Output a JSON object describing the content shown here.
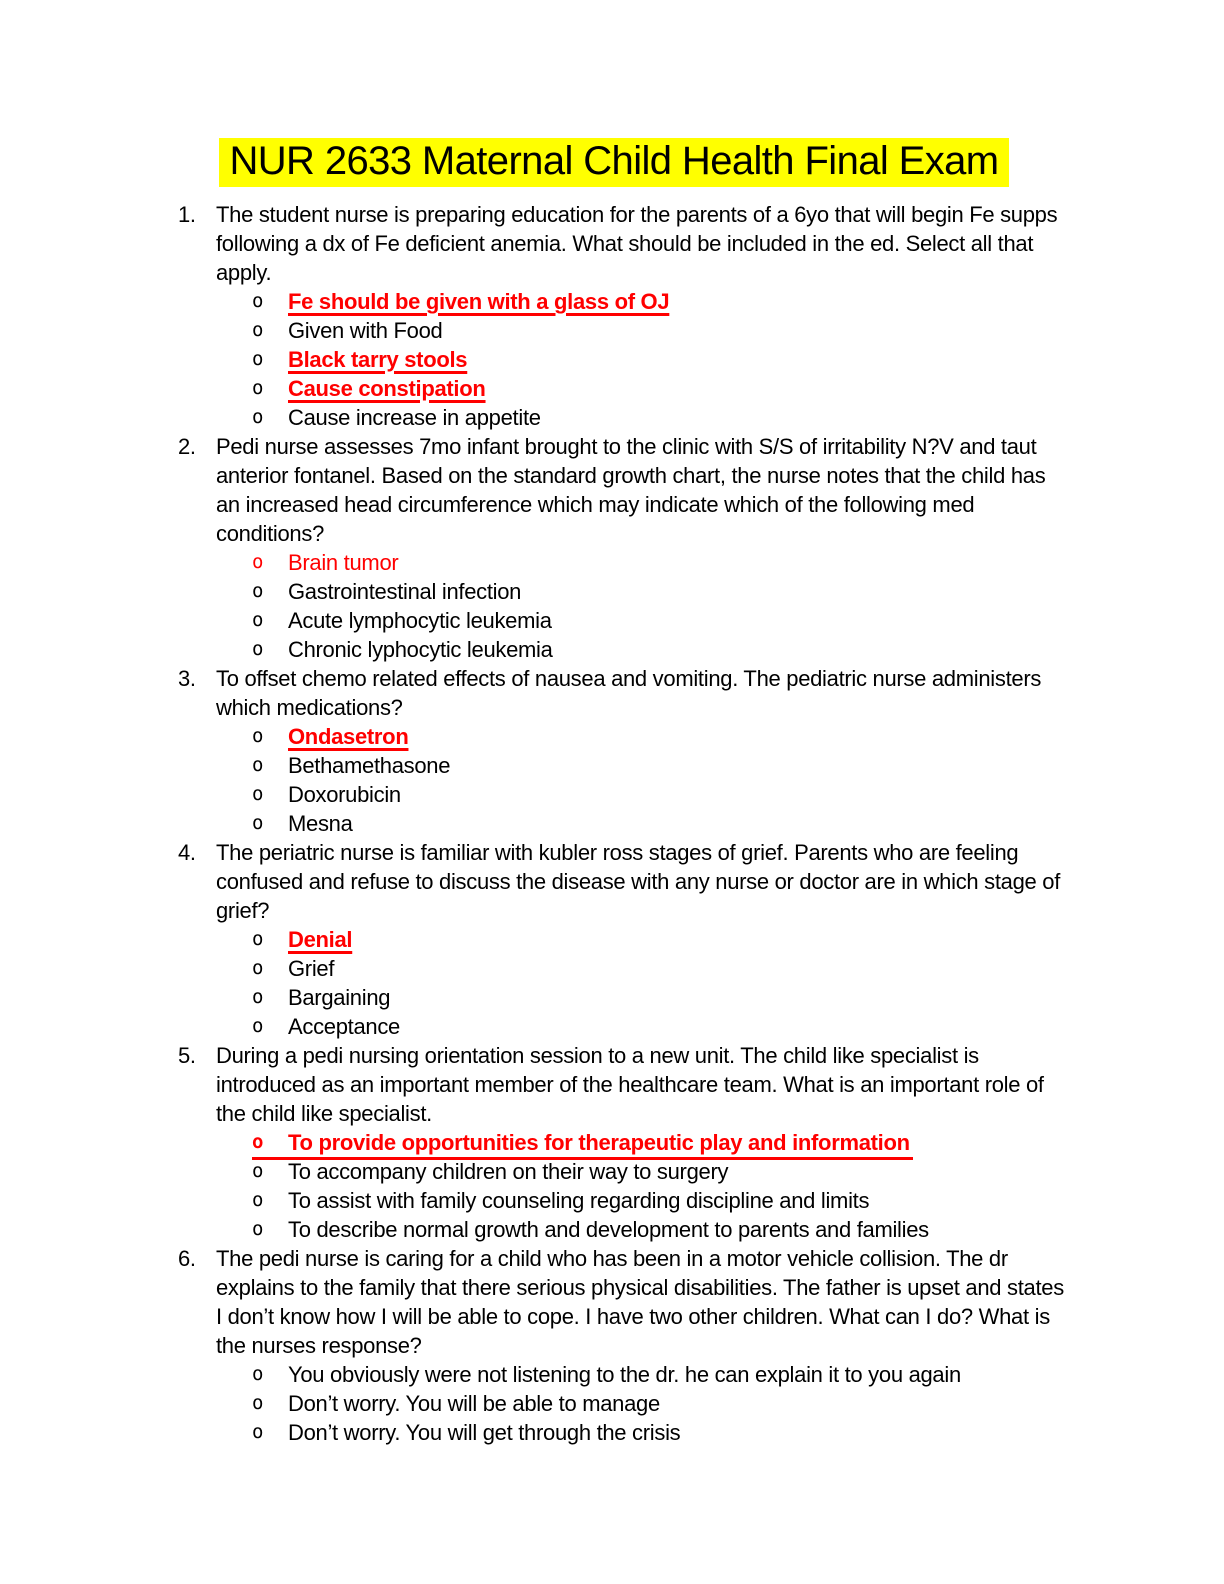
{
  "theme": {
    "title_highlight": "#ffff00",
    "answer_red": "#ff0000",
    "text_color": "#000000",
    "page_background": "#ffffff"
  },
  "bullet_char": "o",
  "title": "NUR 2633 Maternal Child Health Final Exam",
  "questions": [
    {
      "number": "1.",
      "text": "The student nurse is preparing education for the parents of a 6yo that will begin Fe supps following a dx of Fe deficient anemia. What should be included in the ed. Select all that apply.",
      "options": [
        {
          "text": "Fe should be given with a glass of OJ",
          "style": "answer"
        },
        {
          "text": "Given with Food",
          "style": "normal"
        },
        {
          "text": "Black tarry stools",
          "style": "answer"
        },
        {
          "text": "Cause constipation",
          "style": "answer"
        },
        {
          "text": "Cause increase in appetite",
          "style": "normal"
        }
      ]
    },
    {
      "number": "2.",
      "text": "Pedi nurse assesses 7mo infant brought to the clinic with S/S of irritability N?V and taut anterior fontanel. Based on the standard growth chart, the nurse notes that the child has an increased head circumference which may indicate which of the following med conditions?",
      "options": [
        {
          "text": "Brain tumor",
          "style": "red"
        },
        {
          "text": "Gastrointestinal infection",
          "style": "normal"
        },
        {
          "text": "Acute lymphocytic leukemia",
          "style": "normal"
        },
        {
          "text": "Chronic lyphocytic leukemia",
          "style": "normal"
        }
      ]
    },
    {
      "number": "3.",
      "text": "To offset chemo related effects of nausea and vomiting. The pediatric nurse administers which medications?",
      "options": [
        {
          "text": "Ondasetron",
          "style": "answer"
        },
        {
          "text": "Bethamethasone",
          "style": "normal"
        },
        {
          "text": "Doxorubicin",
          "style": "normal"
        },
        {
          "text": "Mesna",
          "style": "normal"
        }
      ]
    },
    {
      "number": "4.",
      "text": "The periatric nurse is familiar with kubler ross stages of grief. Parents who are feeling confused and refuse to discuss the disease with any nurse or doctor are in which stage of grief?",
      "options": [
        {
          "text": "Denial",
          "style": "answer"
        },
        {
          "text": "Grief",
          "style": "normal"
        },
        {
          "text": "Bargaining",
          "style": "normal"
        },
        {
          "text": "Acceptance",
          "style": "normal"
        }
      ]
    },
    {
      "number": "5.",
      "text": "During a pedi nursing orientation session to a new unit. The child like specialist is introduced as an important member of the healthcare team. What is an important role of the child like specialist.",
      "options": [
        {
          "text": "To provide opportunities for therapeutic play and information",
          "style": "answer-full"
        },
        {
          "text": "To accompany children on their way to surgery",
          "style": "normal"
        },
        {
          "text": "To assist with family counseling regarding discipline and limits",
          "style": "normal"
        },
        {
          "text": "To describe normal growth and development to parents and families",
          "style": "normal"
        }
      ]
    },
    {
      "number": "6.",
      "text": "The pedi nurse is caring for a child who has been in a motor vehicle collision. The dr explains to the family that there serious physical disabilities. The father is upset and states I don’t know how I will be able to cope. I have two other children. What can I do? What is the nurses response?",
      "options": [
        {
          "text": "You obviously were not listening to the dr. he can explain it to you again",
          "style": "normal"
        },
        {
          "text": "Don’t worry. You will be able to manage",
          "style": "normal"
        },
        {
          "text": "Don’t worry. You will get through the crisis",
          "style": "normal"
        }
      ]
    }
  ]
}
